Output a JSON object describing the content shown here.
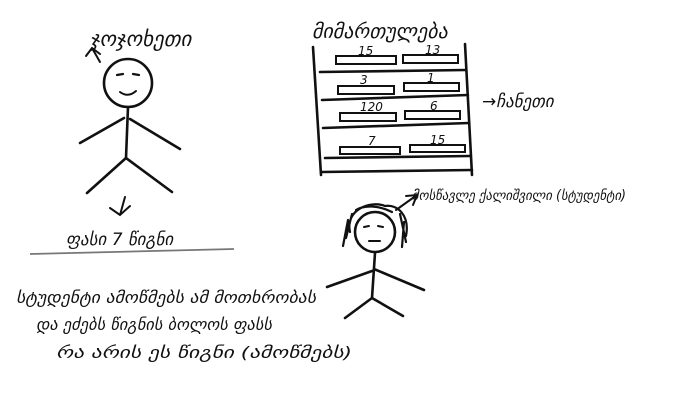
{
  "labels": {
    "teacher_name": "ჯოჯოხეთი",
    "shelf_title": "მიმართულება",
    "shelf_arrow_label": "→ჩანეთი",
    "pay_label": "ფასი 7 წიგნი",
    "reader_label": "მოსწავლე ქალიშვილი (სტუდენტი)",
    "note_line1": "სტუდენტი ამოწმებს ამ მოთხრობას",
    "note_line2": "და ეძებს წიგნის ბოლოს ფასს",
    "note_line3": "რა არის ეს წიგნი (ამოწმებს)"
  },
  "shelf_tags": [
    [
      "15",
      "13"
    ],
    [
      "3",
      "1"
    ],
    [
      "120",
      "6"
    ],
    [
      "7",
      "15"
    ]
  ],
  "colors": {
    "ink": "#111111",
    "paper": "#ffffff"
  }
}
